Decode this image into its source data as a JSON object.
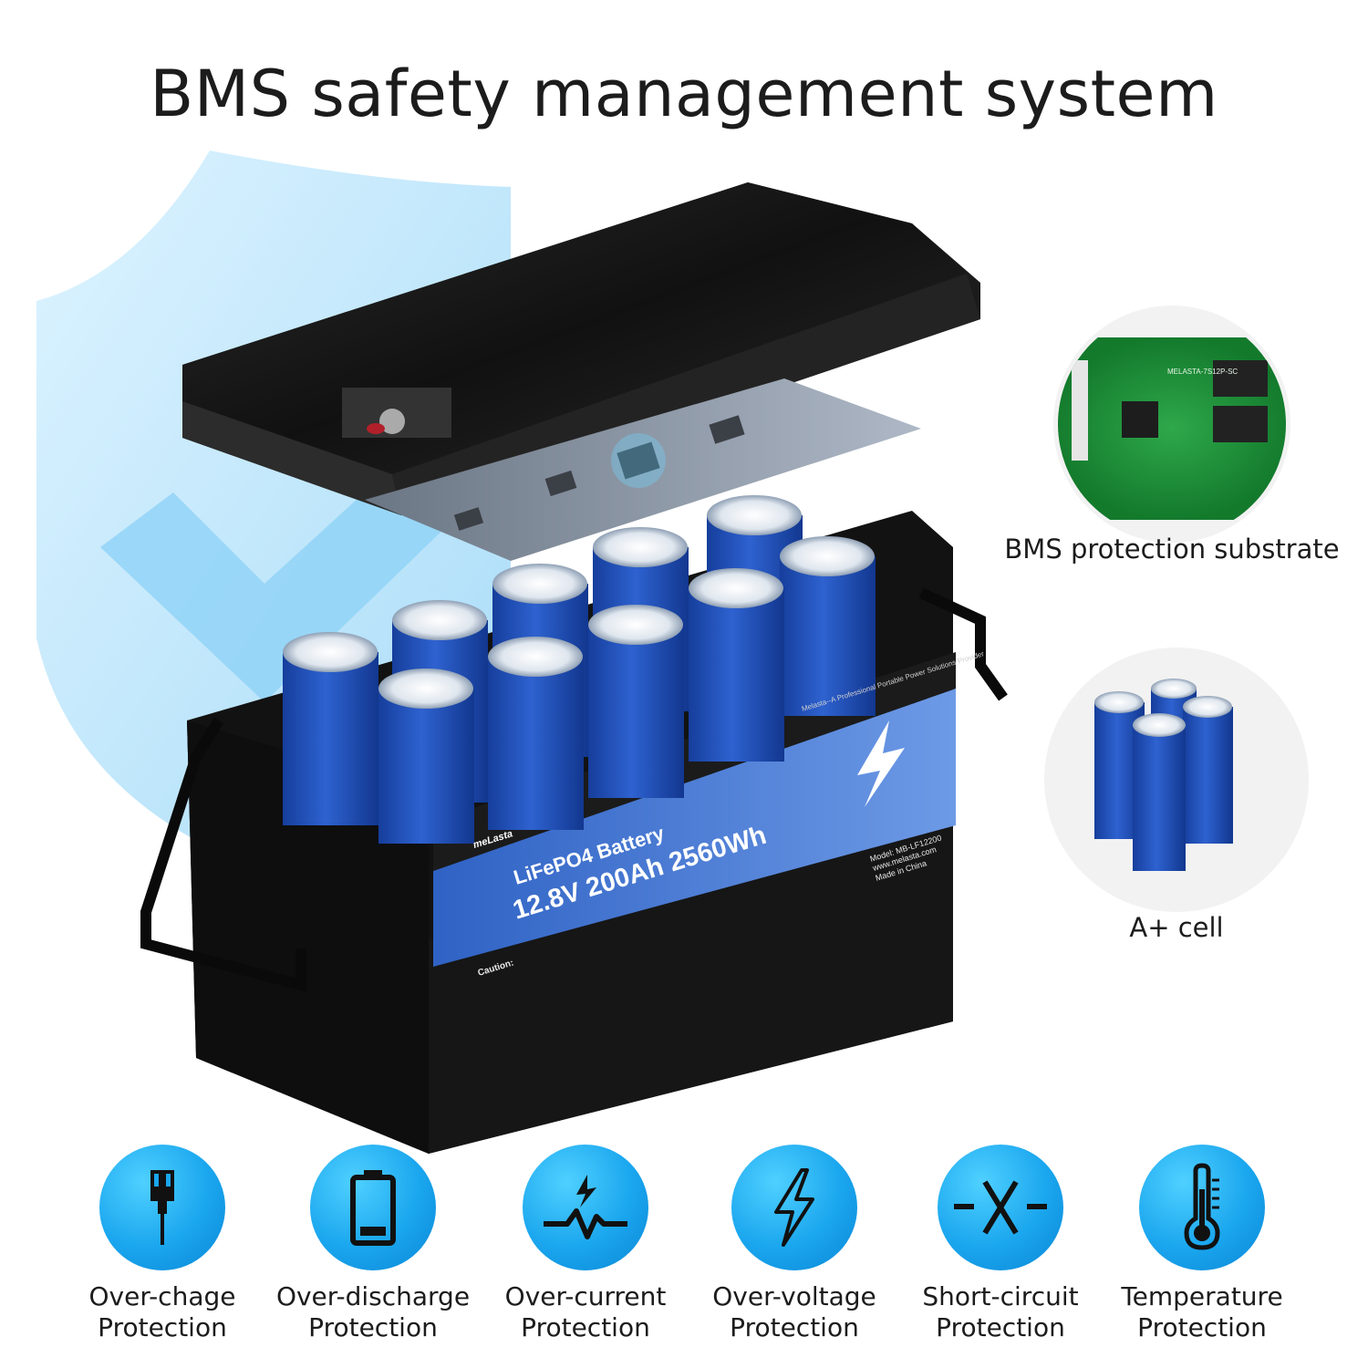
{
  "title": "BMS safety management system",
  "callouts": {
    "bms": "BMS protection substrate",
    "cell": "A+ cell"
  },
  "battery_label": {
    "brand": "meLasta",
    "tagline": "Melasta--A Professional Portable Power Solutions Provider",
    "product": "LiFePO4 Battery",
    "specs": "12.8V 200Ah 2560Wh",
    "model": "Model: MB-LF12200",
    "website": "www.melasta.com",
    "origin": "Made in China",
    "caution_title": "Caution:",
    "pcb_marking": "MELASTA-7S12P-SC"
  },
  "features": [
    {
      "icon": "charger-plug-icon",
      "line1": "Over-chage",
      "line2": "Protection"
    },
    {
      "icon": "battery-icon",
      "line1": "Over-discharge",
      "line2": "Protection"
    },
    {
      "icon": "current-spike-icon",
      "line1": "Over-current",
      "line2": "Protection"
    },
    {
      "icon": "lightning-bolt-icon",
      "line1": "Over-voltage",
      "line2": "Protection"
    },
    {
      "icon": "short-circuit-icon",
      "line1": "Short-circuit",
      "line2": "Protection"
    },
    {
      "icon": "thermometer-icon",
      "line1": "Temperature",
      "line2": "Protection"
    }
  ],
  "colors": {
    "accent": "#1aa6ee",
    "cell_blue": "#1e4fb8",
    "shield": "#bfe6fb",
    "label_band": "#3b6fd0",
    "case": "#151515"
  }
}
